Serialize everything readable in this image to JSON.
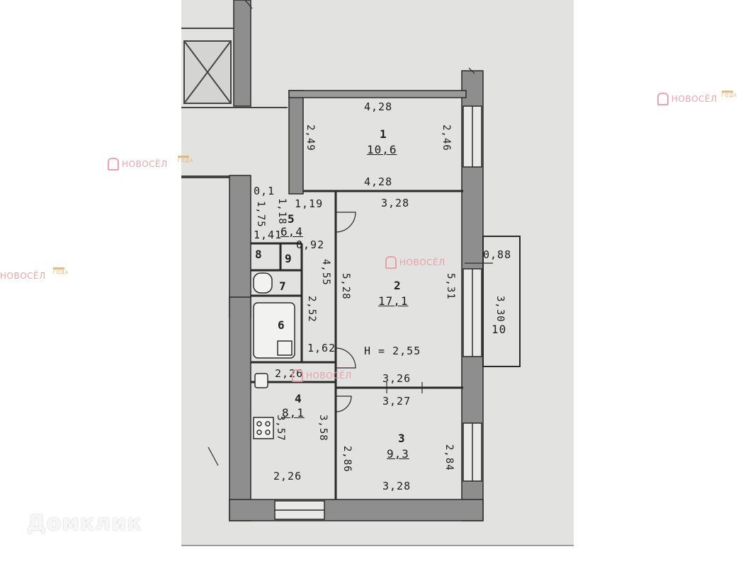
{
  "watermark": {
    "brand": "НОВОСЁЛ",
    "badge": "ГОДА"
  },
  "site_logo": "Домклик",
  "plan": {
    "ceiling_height": "Н = 2,55",
    "rooms": [
      {
        "number": "1",
        "area": "10,6"
      },
      {
        "number": "2",
        "area": "17,1"
      },
      {
        "number": "3",
        "area": "9,3"
      },
      {
        "number": "4",
        "area": "8,1"
      },
      {
        "number": "5",
        "area": "6,4"
      },
      {
        "number": "6",
        "area": ""
      },
      {
        "number": "7",
        "area": ""
      },
      {
        "number": "8",
        "area": ""
      },
      {
        "number": "9",
        "area": ""
      },
      {
        "number": "10",
        "area": ""
      }
    ],
    "dimensions": {
      "r1_top": "4,28",
      "r1_bottom": "4,28",
      "r1_left": "2,49",
      "r1_right": "2,46",
      "r2_top": "3,28",
      "r2_left": "5,28",
      "r2_right": "5,31",
      "r2_bottom": "3,26",
      "r3_top": "3,27",
      "r3_bottom": "3,28",
      "r3_left": "2,86",
      "r3_right": "2,84",
      "r4_top": "2,26",
      "r4_bottom": "2,26",
      "r4_left": "3,57",
      "r4_right": "3,58",
      "r5_a": "1,19",
      "r5_b": "1,75",
      "r5_c": "1,41",
      "r5_d": "0,92",
      "r5_e": "1,18",
      "r5_f": "0,1",
      "corr_len": "4,55",
      "bath_len": "2,52",
      "bath_w": "1,62",
      "balcony_top": "0,88",
      "balcony_len": "3,30"
    }
  }
}
